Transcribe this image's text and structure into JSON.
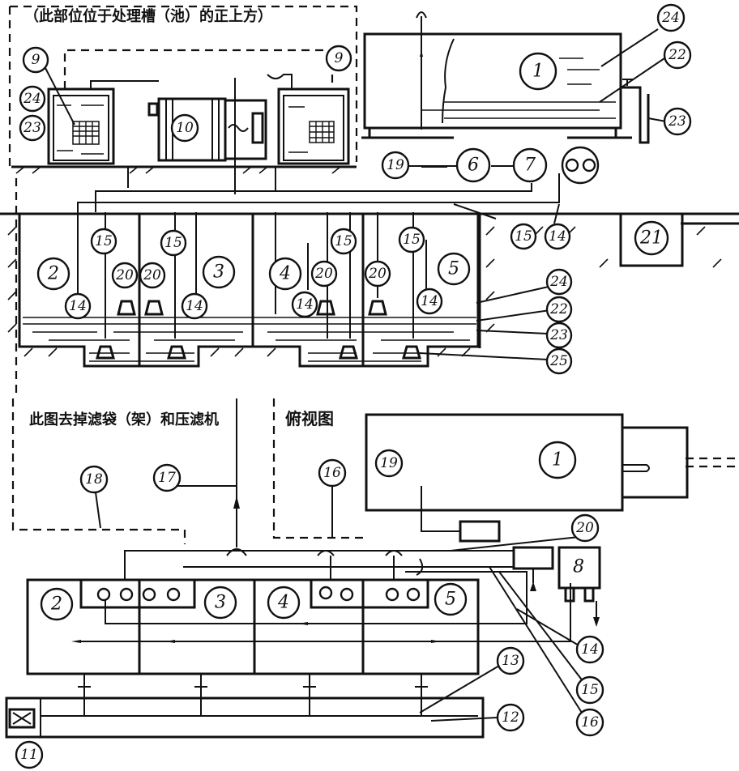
{
  "captions": {
    "top_note": "（此部位位于处理槽（池）的正上方）",
    "bottom_note": "此图去掉滤袋（架）和压滤机",
    "plan_view": "俯视图"
  },
  "labels": {
    "n1": "1",
    "n2": "2",
    "n3": "3",
    "n4": "4",
    "n5": "5",
    "n6": "6",
    "n7": "7",
    "n8": "8",
    "n9": "9",
    "n10": "10",
    "n11": "11",
    "n12": "12",
    "n13": "13",
    "n14": "14",
    "n15": "15",
    "n16": "16",
    "n17": "17",
    "n18": "18",
    "n19": "19",
    "n20": "20",
    "n21": "21",
    "n22": "22",
    "n23": "23",
    "n24": "24",
    "n25": "25"
  },
  "colors": {
    "ink": "#111111",
    "paper": "#ffffff"
  }
}
